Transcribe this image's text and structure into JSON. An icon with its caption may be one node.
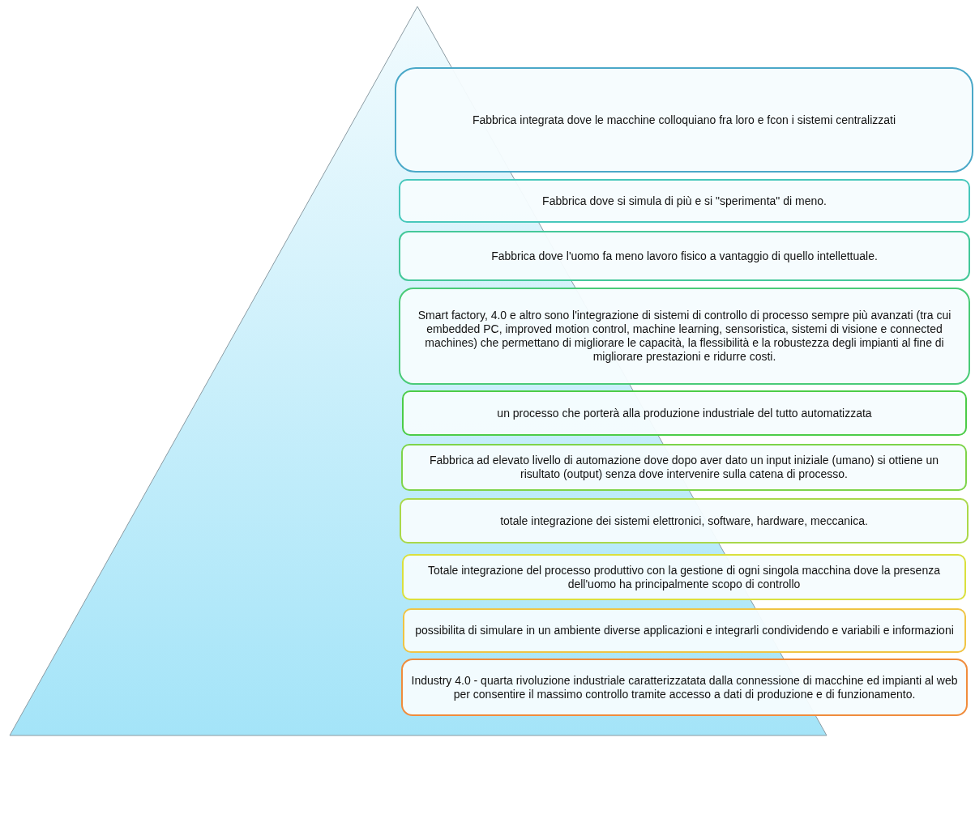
{
  "diagram": {
    "nodes": [
      {
        "text": [
          "Fabbrica integrata dove le macchine colloquiano fra loro e fcon i sistemi centralizzati"
        ]
      },
      {
        "text": [
          "Fabbrica dove si simula di più e si \"sperimenta\" di meno."
        ]
      },
      {
        "text": [
          "Fabbrica dove l'uomo fa meno lavoro fisico a vantaggio di quello intellettuale."
        ]
      },
      {
        "text": [
          "Smart factory, 4.0 e altro sono l'integrazione di sistemi di controllo di processo sempre più avanzati (tra cui embedded PC, improved motion control, machine learning, sensoristica, sistemi di visione e connected machines) che permettano di migliorare le capacità, la flessibilità e la robustezza degli impianti al fine di migliorare prestazioni e ridurre costi."
        ]
      },
      {
        "text": [
          "un processo che porterà alla produzione industriale del tutto automatizzata"
        ]
      },
      {
        "text": [
          "Fabbrica ad elevato livello di automazione dove dopo aver dato un input iniziale (umano) si ottiene un risultato (output) senza dove intervenire sulla catena di processo."
        ]
      },
      {
        "text": [
          "totale integrazione dei sistemi elettronici, software, hardware, meccanica."
        ]
      },
      {
        "text": [
          "Totale integrazione del processo produttivo con la gestione di ogni singola macchina dove la presenza dell'uomo ha principalmente scopo di controllo"
        ]
      },
      {
        "text": [
          "possibilita di simulare in un ambiente diverse applicazioni e integrarli condividendo e variabili e informazioni"
        ]
      },
      {
        "text": [
          "Industry 4.0 - quarta rivoluzione industriale caratterizzatata dalla connessione di macchine ed impianti al web per consentire il massimo controllo tramite accesso a dati di produzione e di funzionamento."
        ]
      }
    ]
  }
}
